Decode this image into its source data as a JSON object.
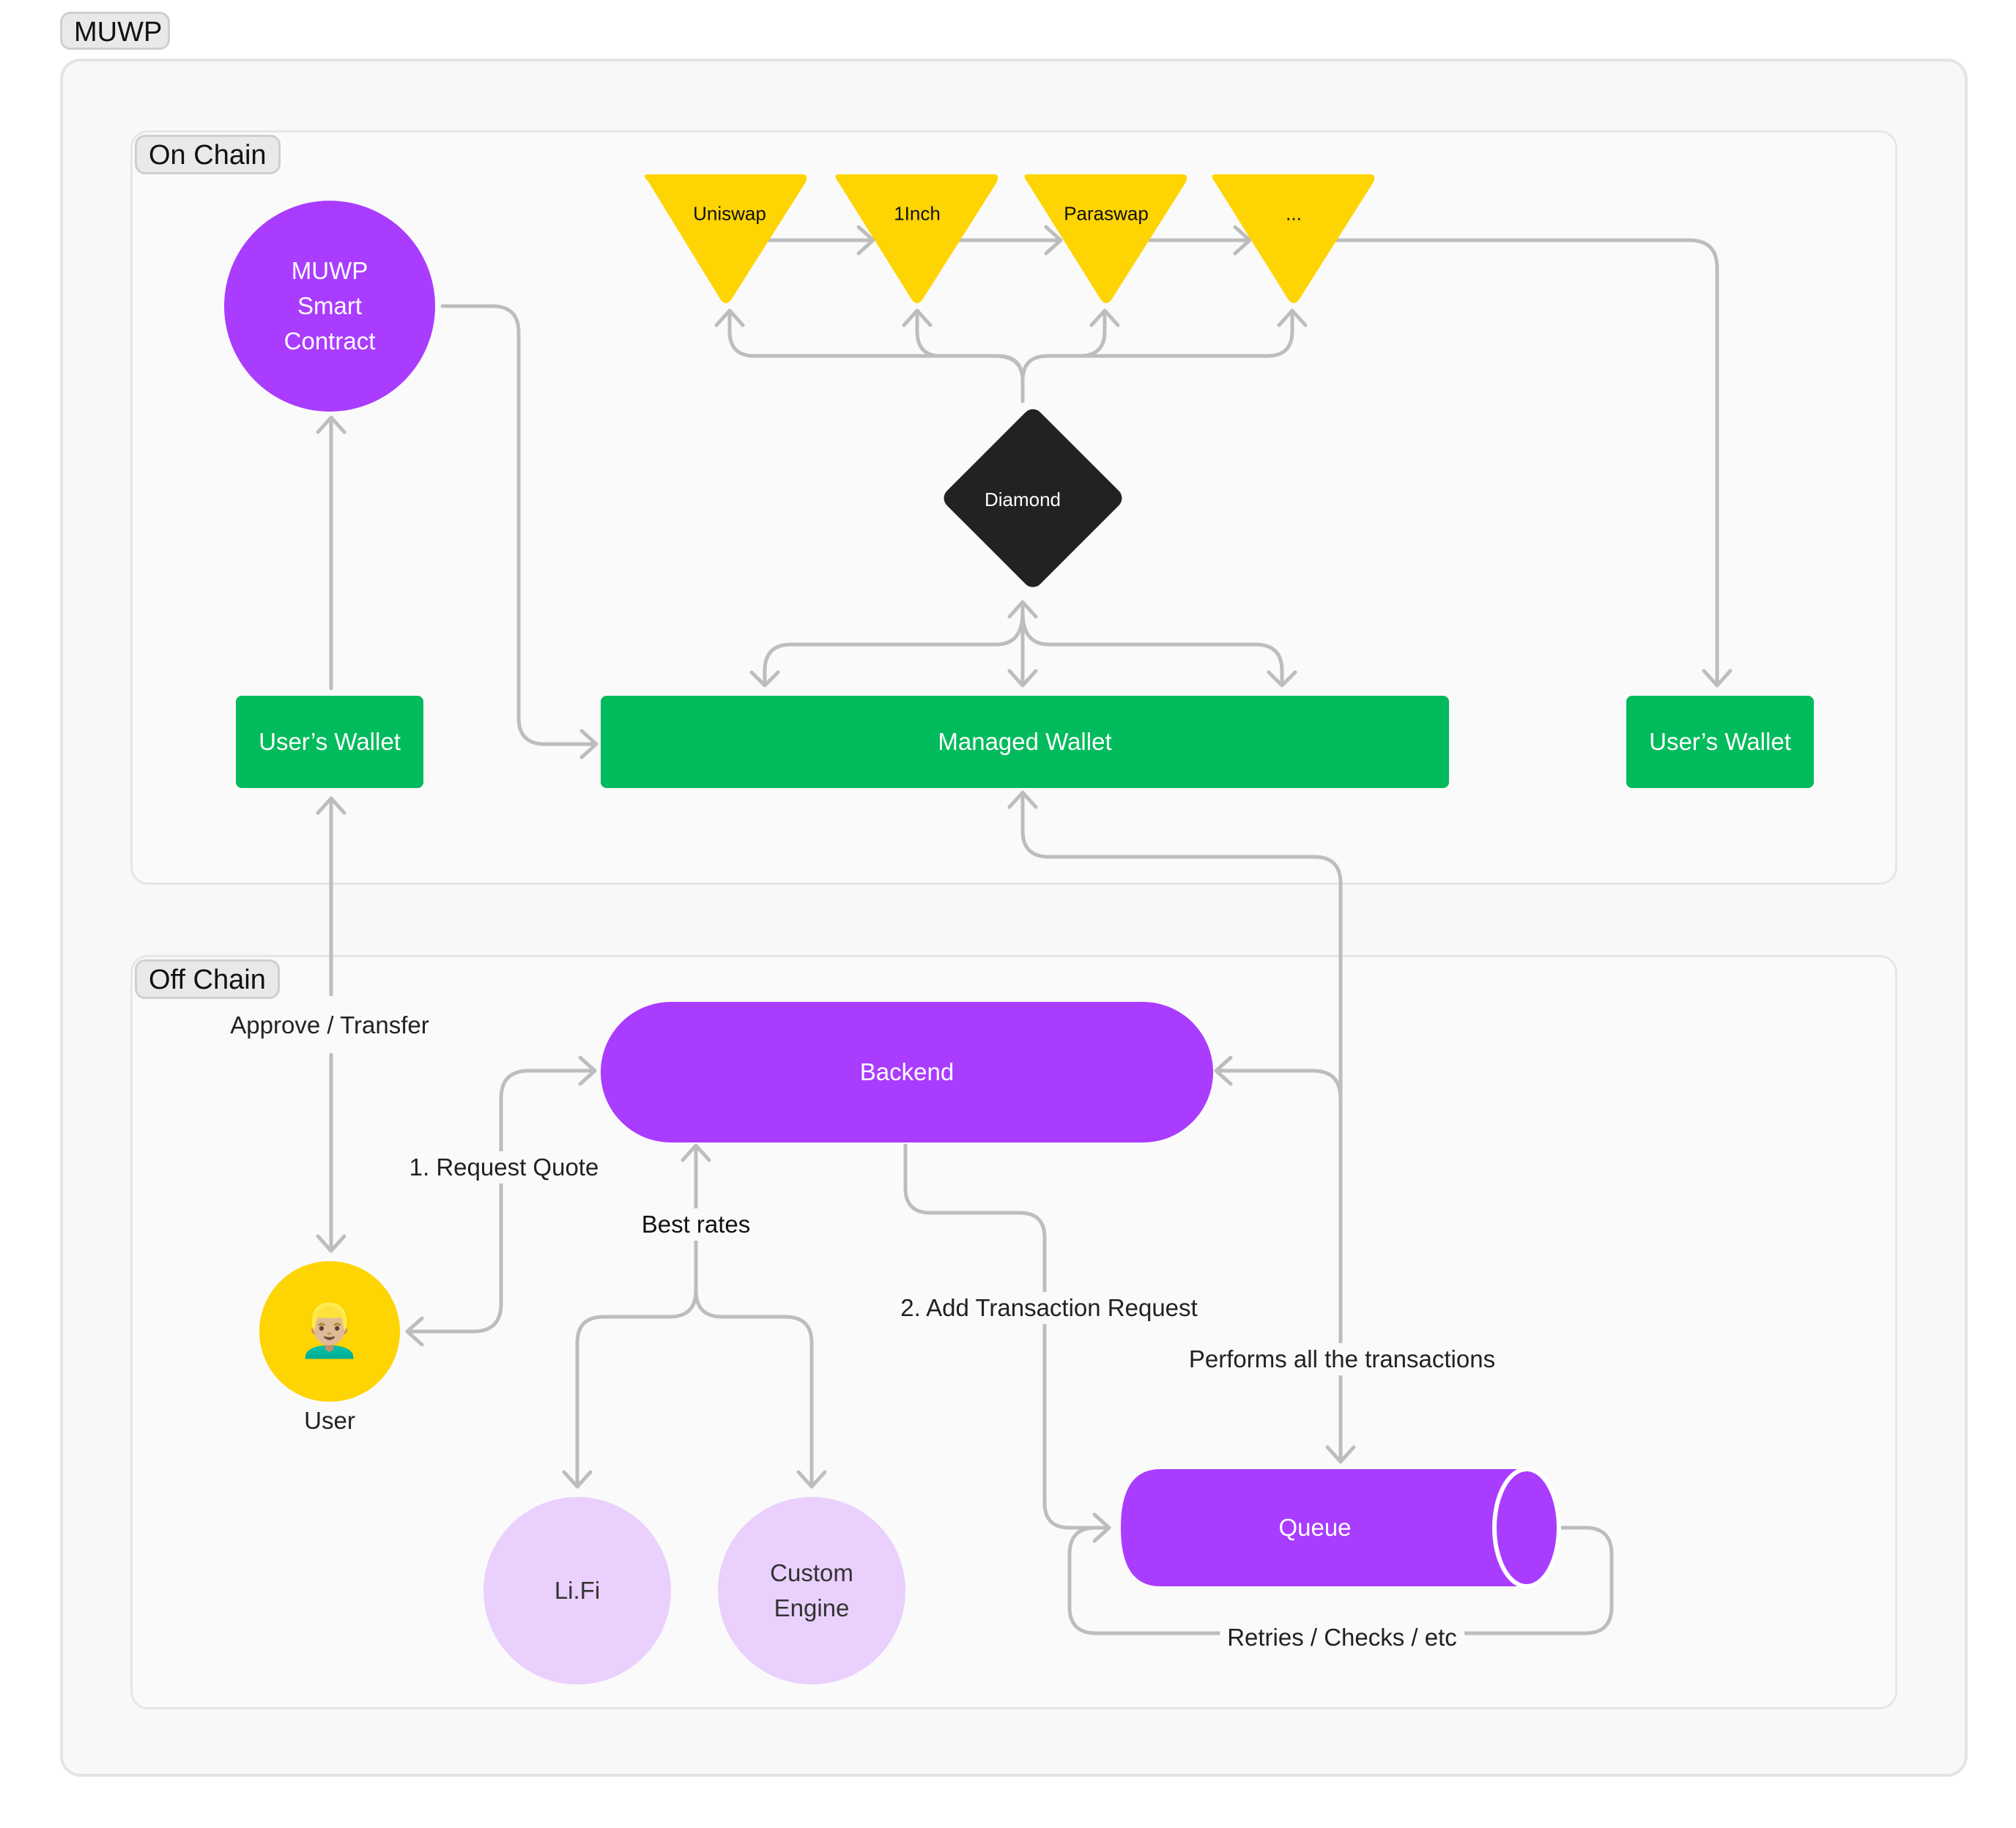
{
  "diagram": {
    "title": "MUWP",
    "sections": {
      "on_chain": "On Chain",
      "off_chain": "Off Chain"
    },
    "nodes": {
      "smart_contract": "MUWP\nSmart\nContract",
      "users_wallet_left": "User’s Wallet",
      "managed_wallet": "Managed Wallet",
      "users_wallet_right": "User’s Wallet",
      "diamond": "Diamond",
      "dex": [
        "Uniswap",
        "1Inch",
        "Paraswap",
        "..."
      ],
      "backend": "Backend",
      "user_caption": "User",
      "user_emoji": "👱🏼‍♂️",
      "lifi": "Li.Fi",
      "custom_engine": "Custom\nEngine",
      "queue": "Queue"
    },
    "edge_labels": {
      "approve_transfer": "Approve / Transfer",
      "request_quote": "1. Request Quote",
      "best_rates": "Best rates",
      "add_transaction": "2. Add Transaction Request",
      "performs_all": "Performs all the transactions",
      "retries": "Retries / Checks / etc"
    },
    "colors": {
      "purple": "#a93cff",
      "light_purple": "#ead0fd",
      "green": "#02bb5c",
      "yellow": "#fed402",
      "black": "#222222",
      "connector": "#bdbdbd"
    }
  }
}
